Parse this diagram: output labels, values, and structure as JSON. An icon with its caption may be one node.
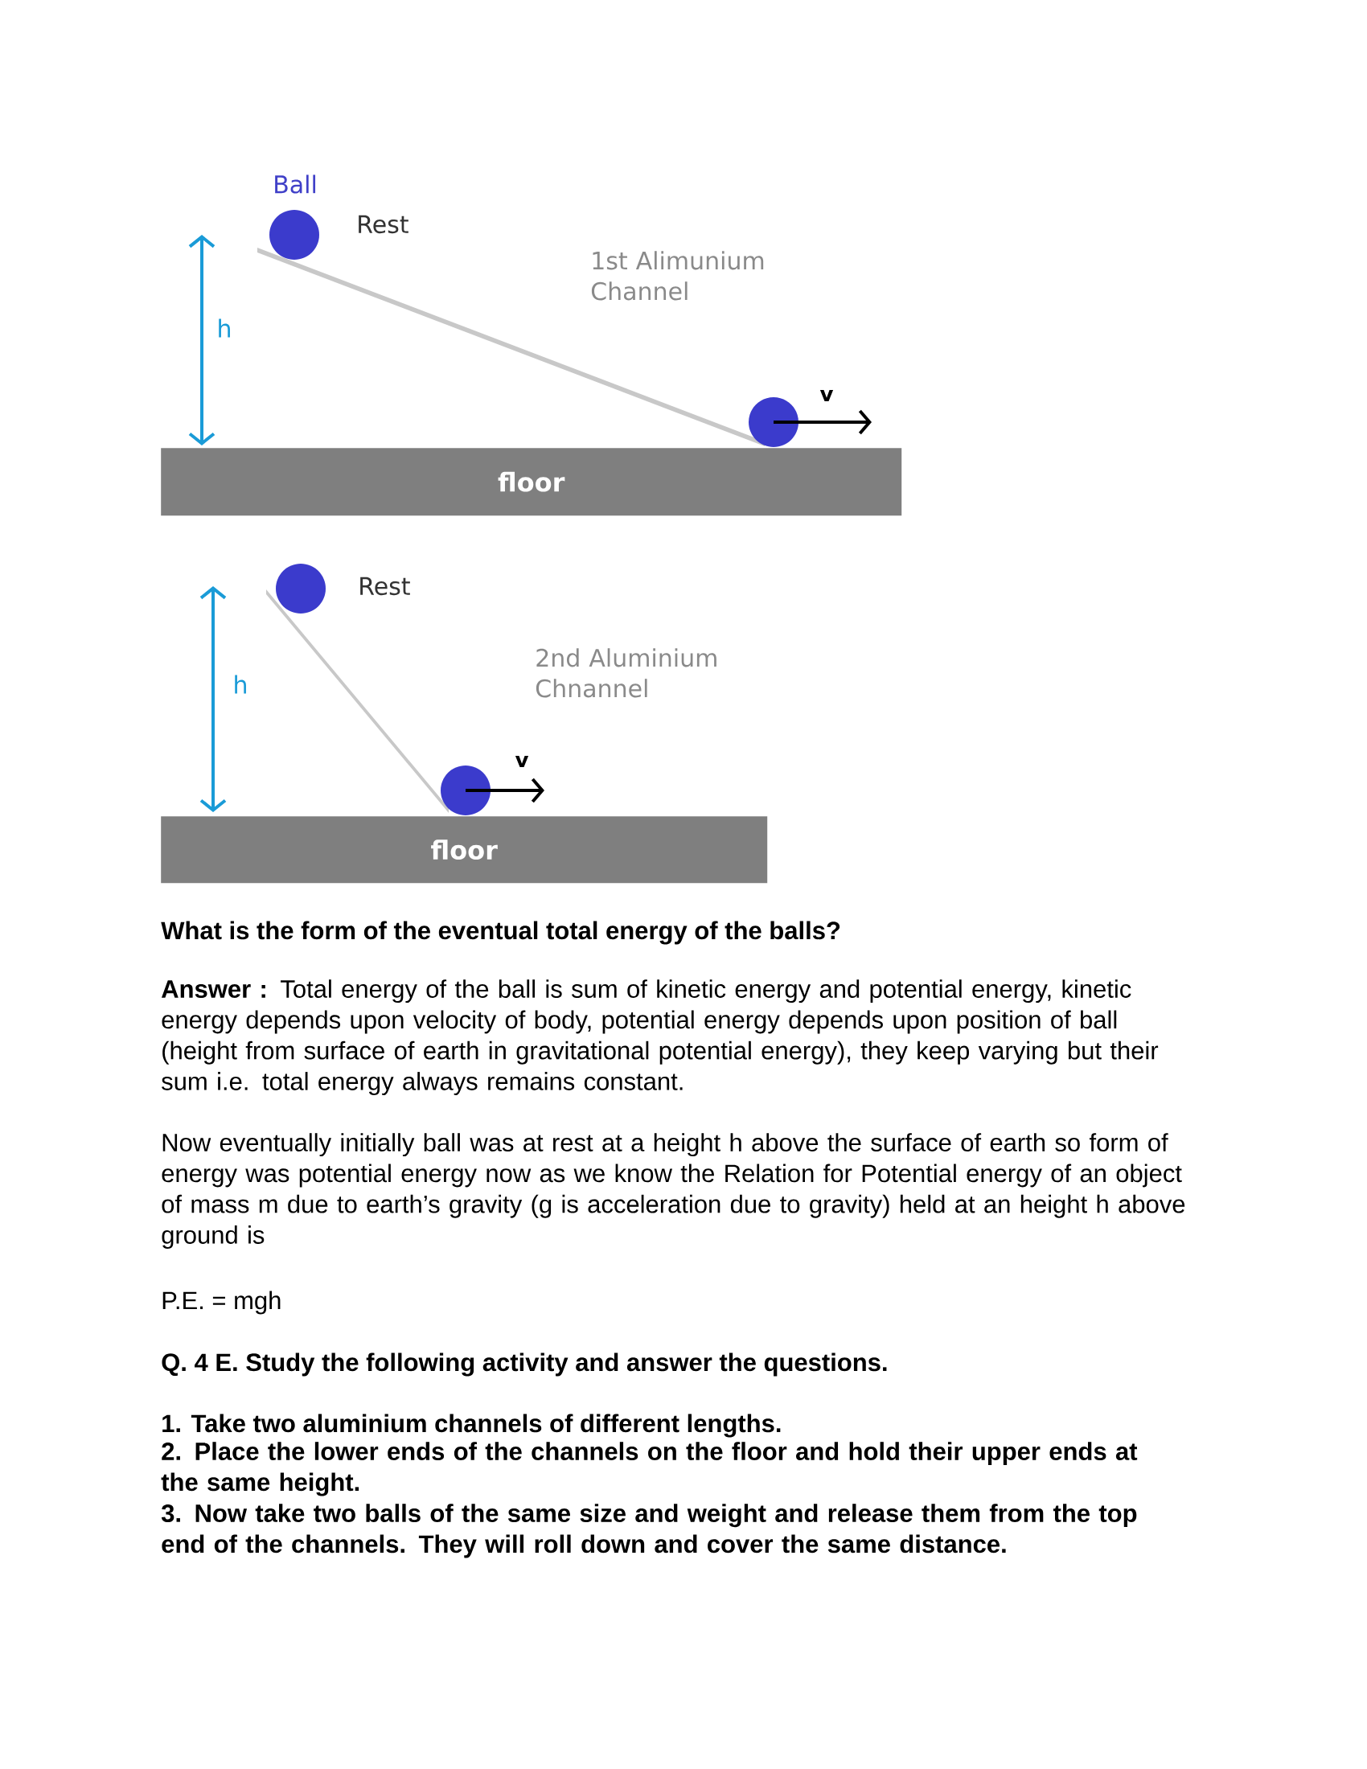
{
  "diagram": {
    "nodes": [
      {
        "text": [
          "floor"
        ]
      },
      {
        "text": [
          "floor"
        ]
      }
    ],
    "labels": [
      "Ball",
      "Rest",
      "1st Alimunium Channel",
      "v",
      "h",
      "Rest",
      "2nd Aluminium Chnannel",
      "v",
      "h",
      "What is the form of the eventual total energy of the balls?",
      "**Answer :** Total energy of the ball is sum of kinetic energy and potential energy, kinetic energy depends upon velocity of body, potential energy depends upon position of ball (height from surface of earth in gravitational potential energy), they keep varying but their sum i.e. total energy always remains constant.",
      "Now eventually initially ball was at rest at a height h above the surface of earth so form of energy was potential energy now as we know the Relation for Potential energy of an object of mass m due to earth’s gravity (g is acceleration due to gravity) held at an height h above ground is",
      "P.E. = mgh",
      "Q. 4 E. Study the following activity and answer the questions.",
      "1. Take two aluminium channels of different lengths.",
      "2. Place the lower ends of the channels on the floor and hold their upper ends at the same height.",
      "3. Now take two balls of the same size and weight and release them from the top end of the channels. They will roll down and cover the same distance."
    ]
  }
}
